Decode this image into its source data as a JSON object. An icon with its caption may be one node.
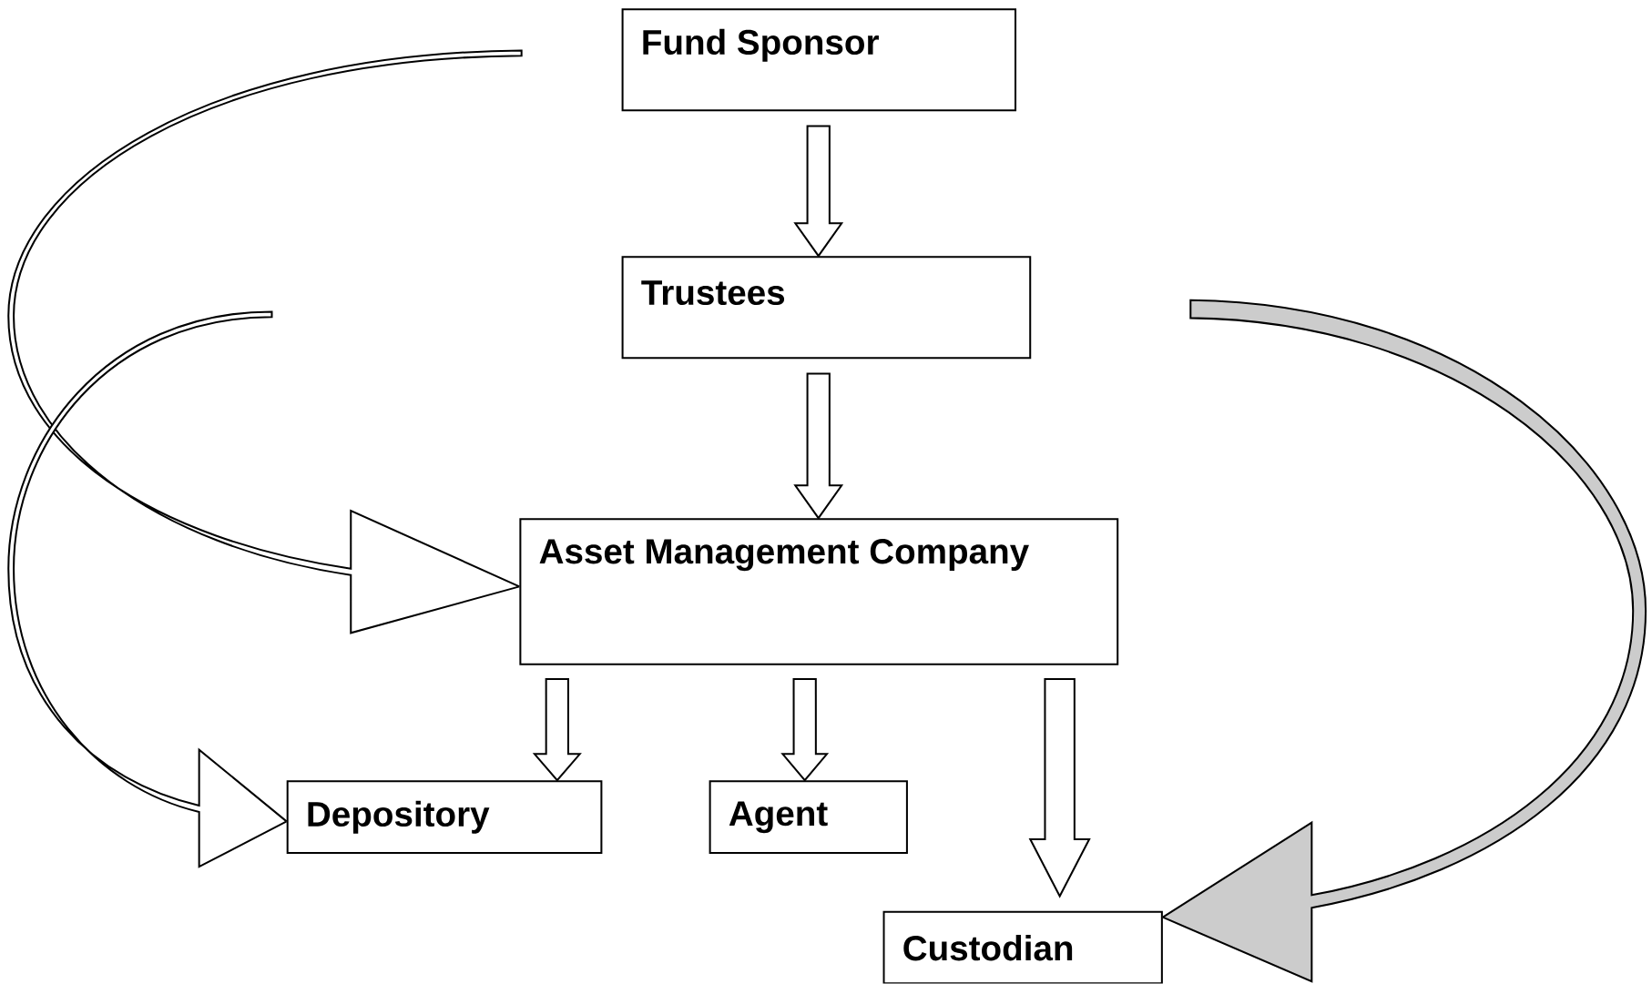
{
  "diagram": {
    "nodes": [
      {
        "text": [
          "Fund Sponsor"
        ]
      },
      {
        "text": [
          "Trustees"
        ]
      },
      {
        "text": [
          "Asset Management Company"
        ]
      },
      {
        "text": [
          "Depository"
        ]
      },
      {
        "text": [
          "Agent"
        ]
      },
      {
        "text": [
          "Custodian"
        ]
      }
    ],
    "edges": [
      {
        "from": 0,
        "to": 1,
        "arrow": "to"
      },
      {
        "from": 1,
        "to": 2,
        "arrow": "to"
      },
      {
        "from": 2,
        "to": 3,
        "arrow": "to"
      },
      {
        "from": 2,
        "to": 4,
        "arrow": "to"
      },
      {
        "from": 2,
        "to": 5,
        "arrow": "to"
      },
      {
        "from": null,
        "to": 2,
        "arrow": "to"
      },
      {
        "from": null,
        "to": 3,
        "arrow": "to"
      },
      {
        "from": null,
        "to": 5,
        "arrow": "to"
      }
    ]
  }
}
